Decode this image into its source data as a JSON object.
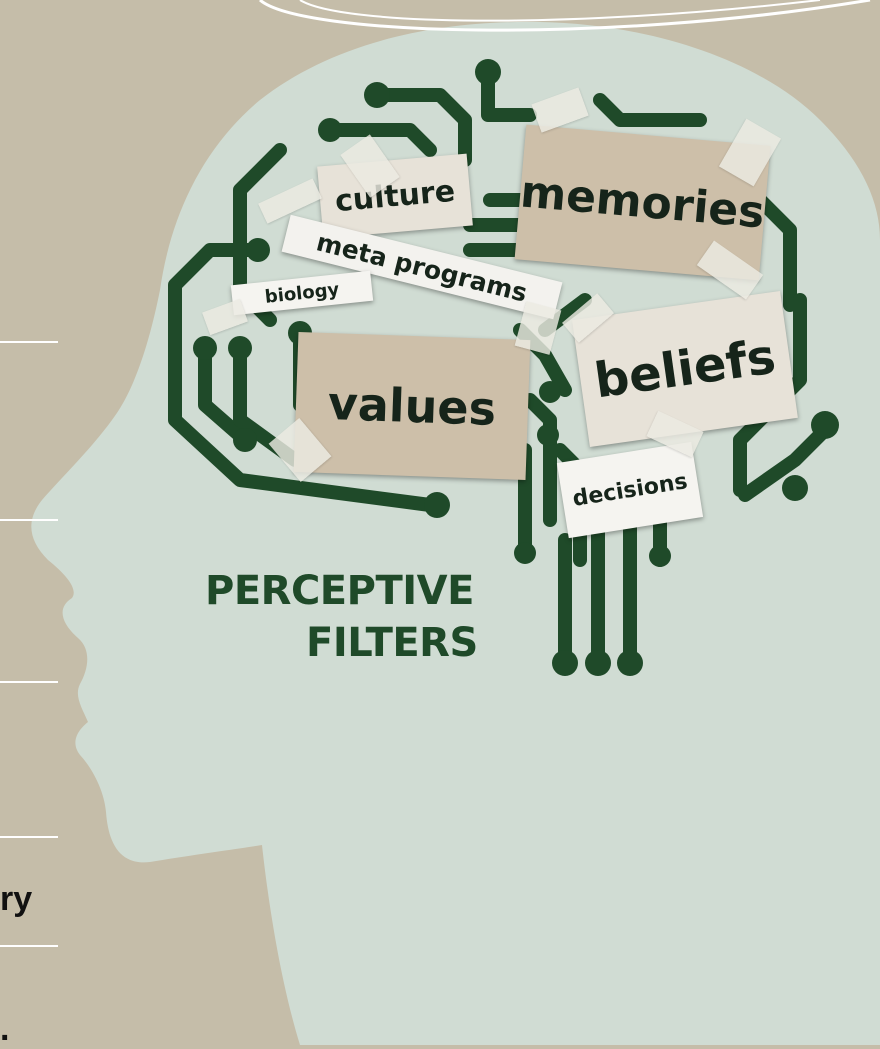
{
  "labels": {
    "culture": "culture",
    "memories": "memories",
    "meta_programs": "meta programs",
    "biology": "biology",
    "values": "values",
    "beliefs": "beliefs",
    "decisions": "decisions"
  },
  "title": {
    "line1": "PERCEPTIVE",
    "line2": "FILTERS"
  },
  "side_fragments": [
    "ry",
    "."
  ],
  "colors": {
    "background": "#c5bda9",
    "head": "#d0dcd3",
    "circuit": "#1f4a29",
    "paper_tan": "#cdbfa9",
    "paper_light": "#e7e2d8"
  }
}
